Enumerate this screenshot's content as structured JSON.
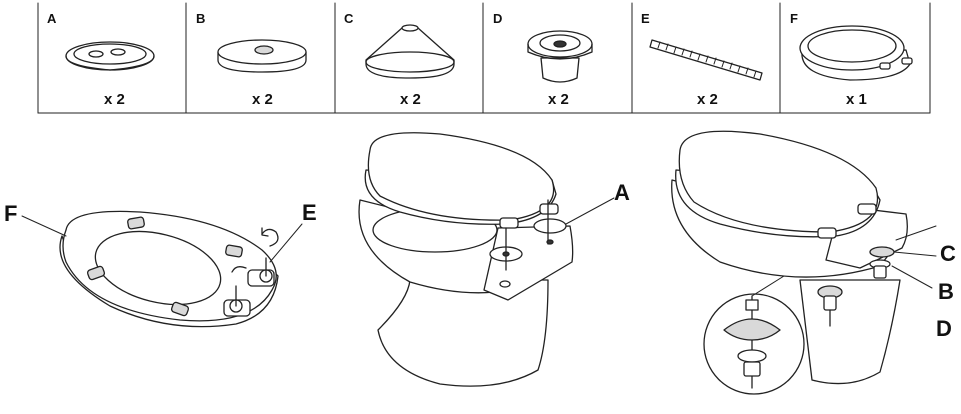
{
  "parts": [
    {
      "letter": "A",
      "qty": "x 2",
      "icon": "washer-plate-icon"
    },
    {
      "letter": "B",
      "qty": "x 2",
      "icon": "washer-disc-icon"
    },
    {
      "letter": "C",
      "qty": "x 2",
      "icon": "cone-cap-icon"
    },
    {
      "letter": "D",
      "qty": "x 2",
      "icon": "nut-icon"
    },
    {
      "letter": "E",
      "qty": "x 2",
      "icon": "threaded-rod-icon"
    },
    {
      "letter": "F",
      "qty": "x 1",
      "icon": "toilet-seat-icon"
    }
  ],
  "steps": {
    "step1": {
      "label_seat": "F",
      "label_rod": "E"
    },
    "step2": {
      "label_plate": "A"
    },
    "step3": {
      "label_cap": "C",
      "label_washer": "B",
      "label_nut": "D"
    }
  }
}
